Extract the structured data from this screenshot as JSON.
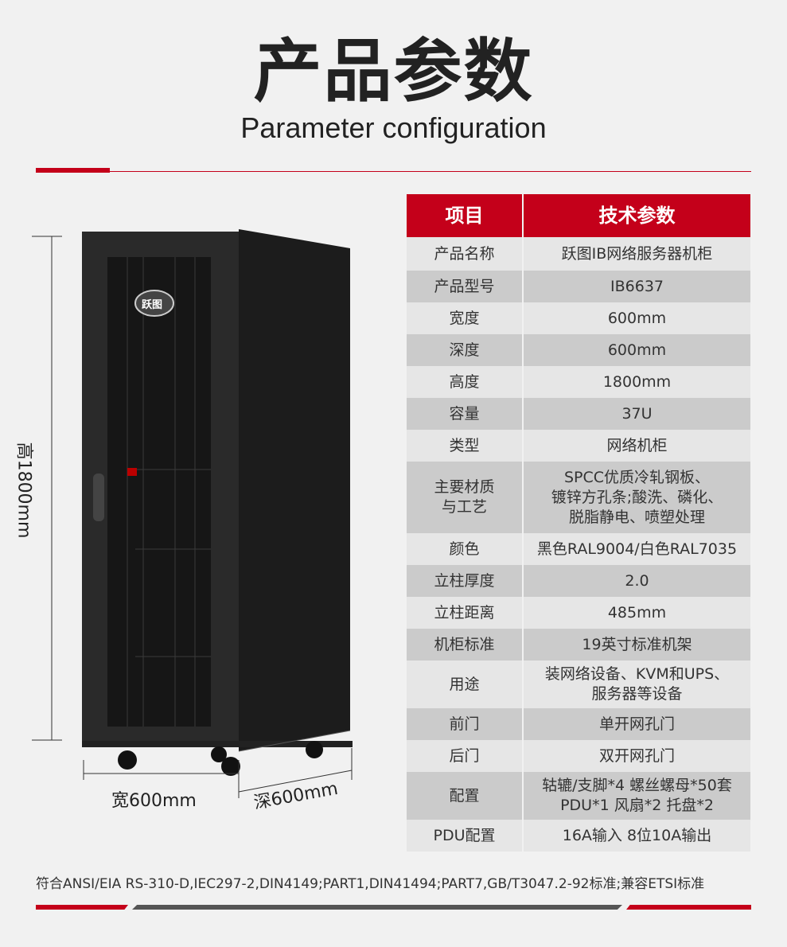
{
  "header": {
    "title": "产品参数",
    "subtitle": "Parameter configuration"
  },
  "table": {
    "headers": [
      "项目",
      "技术参数"
    ],
    "rows": [
      {
        "k": "产品名称",
        "v": "跃图IB网络服务器机柜"
      },
      {
        "k": "产品型号",
        "v": "IB6637"
      },
      {
        "k": "宽度",
        "v": "600mm"
      },
      {
        "k": "深度",
        "v": "600mm"
      },
      {
        "k": "高度",
        "v": "1800mm"
      },
      {
        "k": "容量",
        "v": "37U"
      },
      {
        "k": "类型",
        "v": "网络机柜"
      },
      {
        "k1": "主要材质",
        "k2": "与工艺",
        "v1": "SPCC优质冷轧钢板、",
        "v2": "镀锌方孔条;酸洗、磷化、",
        "v3": "脱脂静电、喷塑处理"
      },
      {
        "k": "颜色",
        "v": "黑色RAL9004/白色RAL7035"
      },
      {
        "k": "立柱厚度",
        "v": "2.0"
      },
      {
        "k": "立柱距离",
        "v": "485mm"
      },
      {
        "k": "机柜标准",
        "v": "19英寸标准机架"
      },
      {
        "k": "用途",
        "v1": "装网络设备、KVM和UPS、",
        "v2": "服务器等设备"
      },
      {
        "k": "前门",
        "v": "单开网孔门"
      },
      {
        "k": "后门",
        "v": "双开网孔门"
      },
      {
        "k": "配置",
        "v1": "轱辘/支脚*4 螺丝螺母*50套",
        "v2": "PDU*1 风扇*2  托盘*2"
      },
      {
        "k": "PDU配置",
        "v": "16A输入  8位10A输出"
      }
    ]
  },
  "product": {
    "logo": "跃图",
    "height_label": "高1800mm",
    "width_label": "宽600mm",
    "depth_label": "深600mm"
  },
  "footer": {
    "standards": "符合ANSI/EIA RS-310-D,IEC297-2,DIN4149;PART1,DIN41494;PART7,GB/T3047.2-92标准;兼容ETSI标准"
  },
  "colors": {
    "accent": "#c4001a"
  }
}
